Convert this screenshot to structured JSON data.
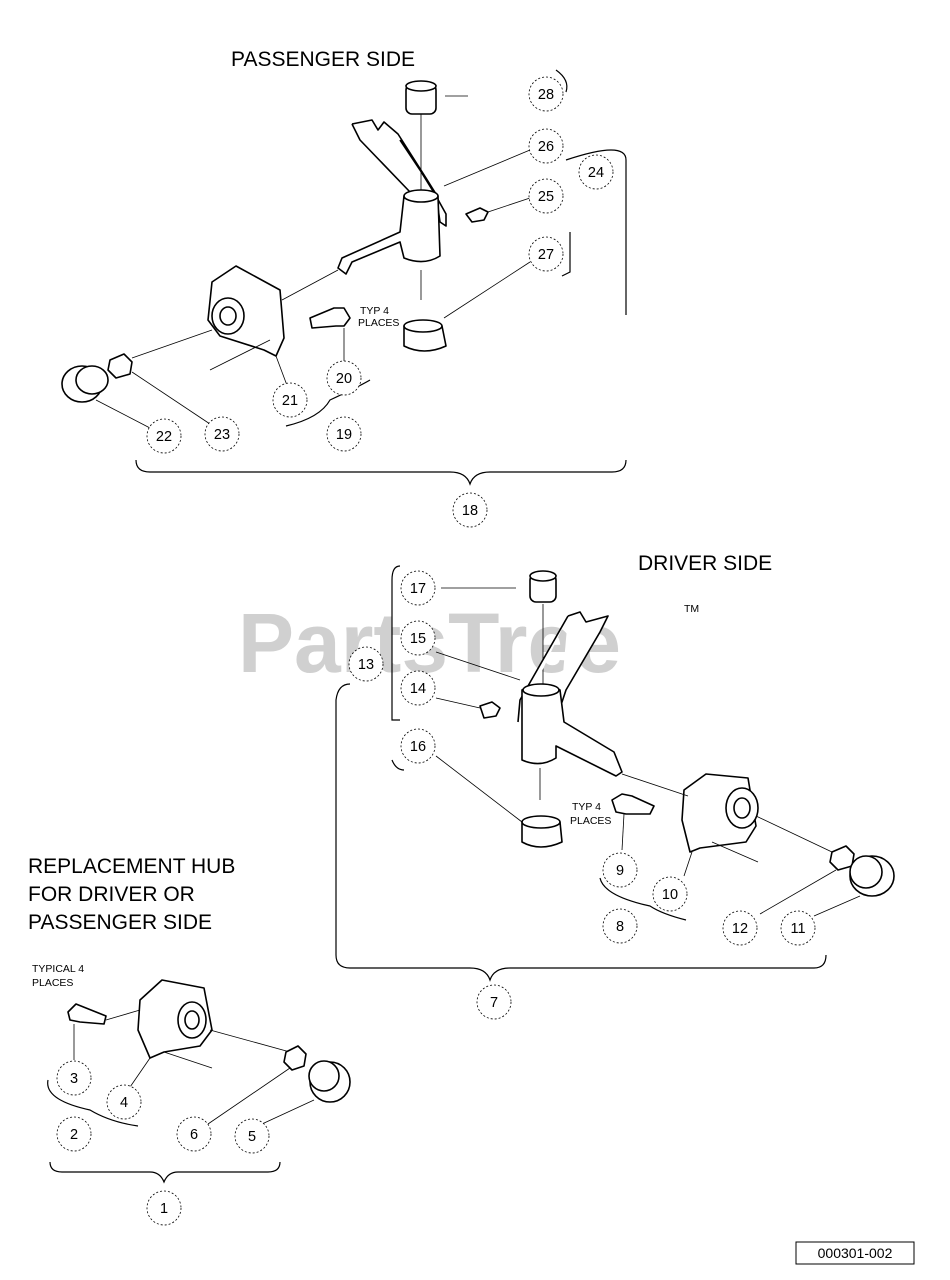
{
  "watermark": "PartsTree",
  "trademark": "TM",
  "drawing_number": "000301-002",
  "titles": {
    "passenger": "PASSENGER SIDE",
    "driver": "DRIVER SIDE",
    "replacement_line1": "REPLACEMENT HUB",
    "replacement_line2": "FOR DRIVER OR",
    "replacement_line3": "PASSENGER SIDE"
  },
  "notes": {
    "typ4_a_line1": "TYP 4",
    "typ4_a_line2": "PLACES",
    "typ4_b_line1": "TYP 4",
    "typ4_b_line2": "PLACES",
    "typical4_line1": "TYPICAL 4",
    "typical4_line2": "PLACES"
  },
  "callouts": [
    "1",
    "2",
    "3",
    "4",
    "5",
    "6",
    "7",
    "8",
    "9",
    "10",
    "11",
    "12",
    "13",
    "14",
    "15",
    "16",
    "17",
    "18",
    "19",
    "20",
    "21",
    "22",
    "23",
    "24",
    "25",
    "26",
    "27",
    "28"
  ]
}
